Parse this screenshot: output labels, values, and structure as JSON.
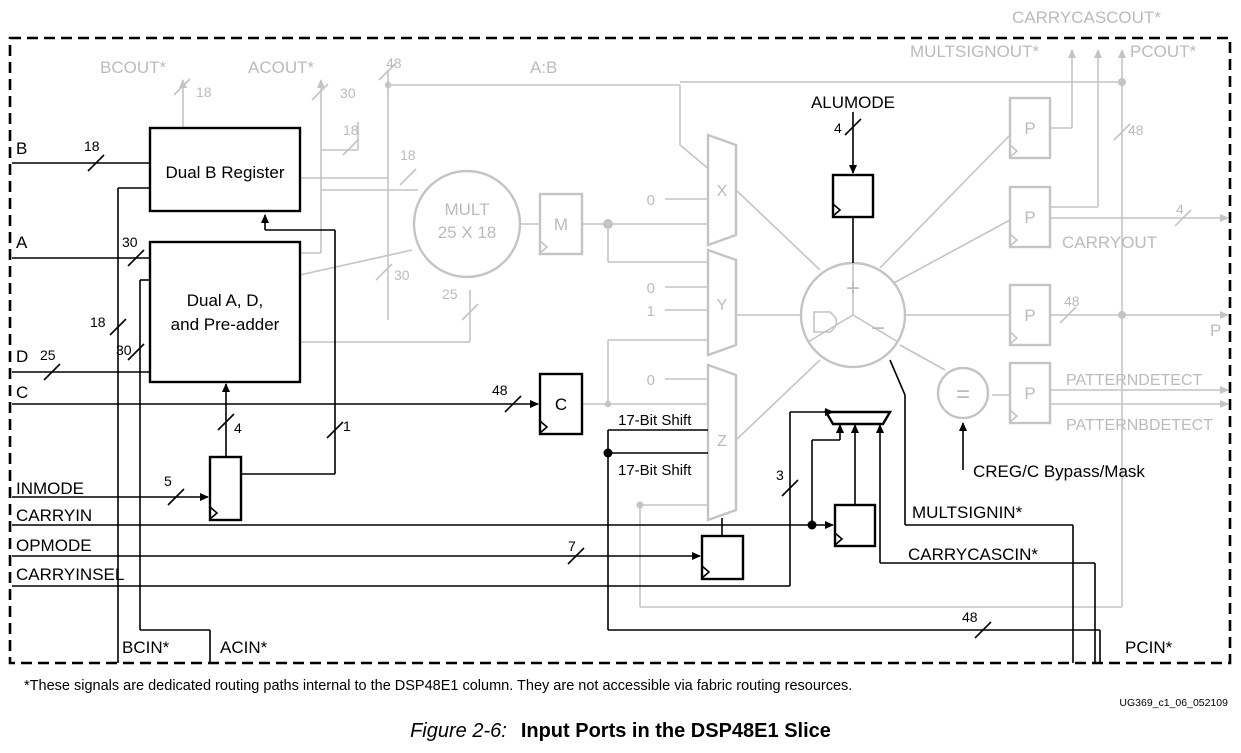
{
  "ports": {
    "B": "B",
    "A": "A",
    "D": "D",
    "C": "C",
    "INMODE": "INMODE",
    "CARRYIN": "CARRYIN",
    "OPMODE": "OPMODE",
    "CARRYINSEL": "CARRYINSEL",
    "BCIN": "BCIN*",
    "ACIN": "ACIN*",
    "PCIN": "PCIN*",
    "MULTSIGNIN": "MULTSIGNIN*",
    "CARRYCASCIN": "CARRYCASCIN*",
    "ALUMODE": "ALUMODE",
    "CREG": "CREG/C Bypass/Mask"
  },
  "outputs": {
    "BCOUT": "BCOUT*",
    "ACOUT": "ACOUT*",
    "AB": "A:B",
    "CARRYCASCOUT": "CARRYCASCOUT*",
    "MULTSIGNOUT": "MULTSIGNOUT*",
    "PCOUT": "PCOUT*",
    "CARRYOUT": "CARRYOUT",
    "P": "P",
    "PATTERNDETECT": "PATTERNDETECT",
    "PATTERNBDETECT": "PATTERNBDETECT"
  },
  "blocks": {
    "dual_b": "Dual B Register",
    "dual_a_1": "Dual A, D,",
    "dual_a_2": "and Pre-adder",
    "mult_1": "MULT",
    "mult_2": "25 X 18",
    "m": "M",
    "c": "C",
    "x": "X",
    "y": "Y",
    "z": "Z",
    "p": "P",
    "plus": "+",
    "minus": "−",
    "eq": "="
  },
  "shifts": {
    "s1": "17-Bit Shift",
    "s2": "17-Bit Shift"
  },
  "mux_consts": {
    "x0": "0",
    "y0": "0",
    "y1": "1",
    "z0": "0"
  },
  "widths": {
    "b18": "18",
    "a30": "30",
    "d25": "25",
    "c48": "48",
    "left18": "18",
    "left30": "30",
    "bcout18": "18",
    "acout30": "30",
    "ab48": "48",
    "mb18": "18",
    "mb18b": "18",
    "ma30": "30",
    "pre25": "25",
    "inmode5": "5",
    "up4": "4",
    "w1": "1",
    "opmode7": "7",
    "carrysel3": "3",
    "alu4": "4",
    "pcout48": "48",
    "carryout4": "4",
    "p48": "48",
    "pcin48": "48"
  },
  "footnote": "*These signals are dedicated routing paths internal to the DSP48E1 column. They are not accessible via fabric routing resources.",
  "figure_code": "UG369_c1_06_052109",
  "caption": {
    "label": "Figure 2-6:",
    "title": "Input Ports in the DSP48E1 Slice"
  }
}
